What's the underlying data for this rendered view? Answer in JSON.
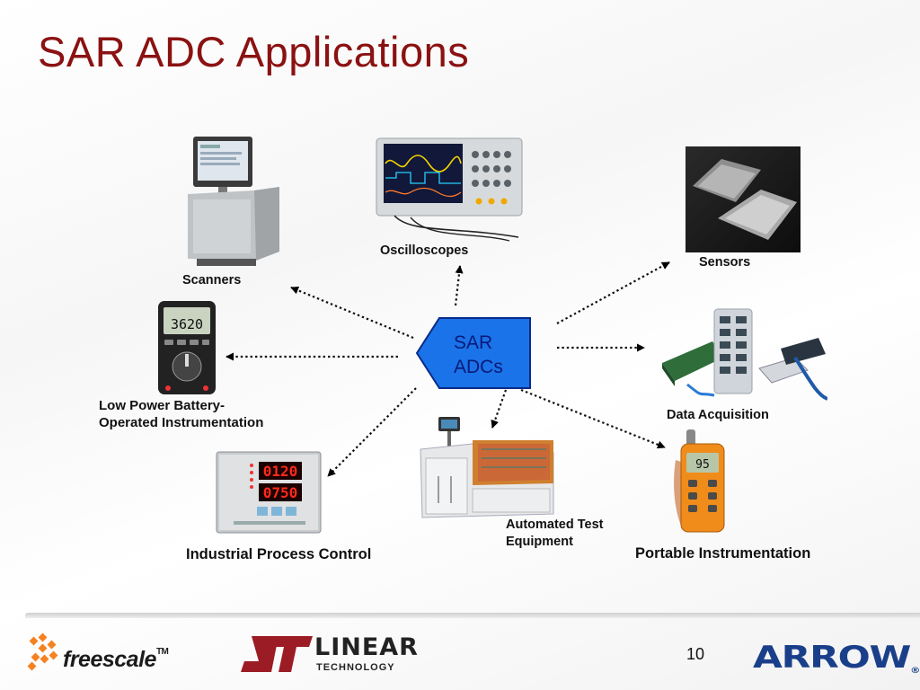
{
  "slide": {
    "title": "SAR ADC Applications",
    "page_number": "10"
  },
  "hub": {
    "line1": "SAR",
    "line2": "ADCs",
    "fill": "#1a73e8"
  },
  "labels": {
    "oscilloscopes": "Oscilloscopes",
    "sensors": "Sensors",
    "scanners": "Scanners",
    "low_power_line1": "Low Power Battery-",
    "low_power_line2": "Operated Instrumentation",
    "data_acquisition": "Data Acquisition",
    "industrial": "Industrial Process Control",
    "ate_line1": "Automated Test",
    "ate_line2": "Equipment",
    "portable": "Portable Instrumentation"
  },
  "device_displays": {
    "multimeter": "3620",
    "controller_top": "0120",
    "controller_bottom": "0750",
    "handheld": "95"
  },
  "logos": {
    "freescale": "freescale",
    "freescale_tm": "TM",
    "linear": "LINEAR",
    "linear_sub": "TECHNOLOGY",
    "arrow": "ARROW",
    "arrow_reg": "®"
  },
  "colors": {
    "title": "#8b1212",
    "hub_text": "#0a1a7a",
    "arrow_blue": "#1a3f8a"
  }
}
